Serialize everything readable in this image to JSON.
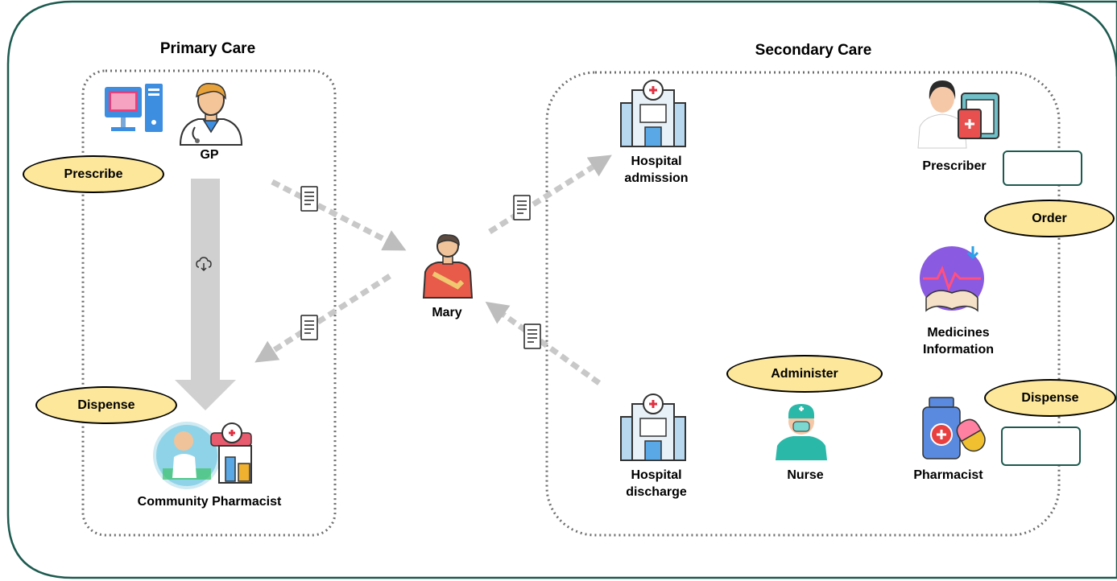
{
  "sections": {
    "primary": {
      "title": "Primary Care"
    },
    "secondary": {
      "title": "Secondary Care"
    }
  },
  "actors": {
    "gp": "GP",
    "community_pharmacist": "Community Pharmacist",
    "patient": "Mary",
    "hospital_admission": "Hospital\nadmission",
    "hospital_discharge": "Hospital\ndischarge",
    "nurse": "Nurse",
    "prescriber": "Prescriber",
    "medicines_information": "Medicines\nInformation",
    "pharmacist": "Pharmacist"
  },
  "activities": {
    "prescribe": "Prescribe",
    "dispense_primary": "Dispense",
    "order": "Order",
    "administer": "Administer",
    "dispense_secondary": "Dispense"
  },
  "colors": {
    "outer_border": "#1c5a4f",
    "pill_fill": "#fce79a",
    "arrow": "#c8c8c8",
    "section_border": "#6e6e6e"
  }
}
